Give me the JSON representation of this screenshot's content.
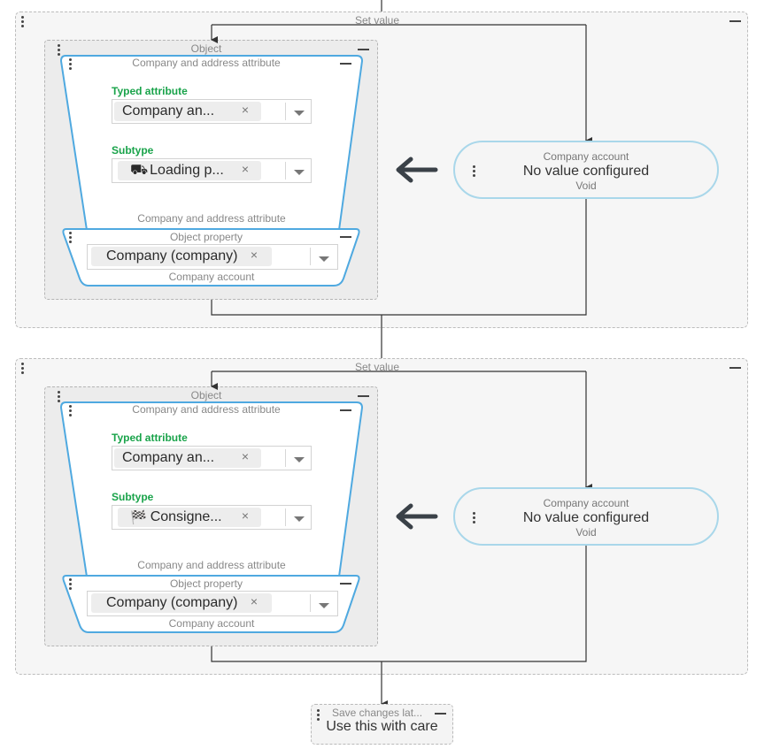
{
  "blocks": [
    {
      "set_value_label": "Set value",
      "object_label": "Object",
      "attr_block": {
        "title": "Company and address attribute",
        "typed_attribute_label": "Typed attribute",
        "typed_attribute_value": "Company an...",
        "subtype_label": "Subtype",
        "subtype_icon": "truck-loading-icon",
        "subtype_glyph": "⛟",
        "subtype_value": "Loading p...",
        "footer_label": "Company and address attribute"
      },
      "property_block": {
        "title": "Object property",
        "value": "Company (company)",
        "footer_label": "Company account"
      },
      "value_node": {
        "title": "Company account",
        "value": "No value configured",
        "type": "Void"
      }
    },
    {
      "set_value_label": "Set value",
      "object_label": "Object",
      "attr_block": {
        "title": "Company and address attribute",
        "typed_attribute_label": "Typed attribute",
        "typed_attribute_value": "Company an...",
        "subtype_label": "Subtype",
        "subtype_icon": "checkered-flag-icon",
        "subtype_glyph": "🏁",
        "subtype_value": "Consigne...",
        "footer_label": "Company and address attribute"
      },
      "property_block": {
        "title": "Object property",
        "value": "Company (company)",
        "footer_label": "Company account"
      },
      "value_node": {
        "title": "Company account",
        "value": "No value configured",
        "type": "Void"
      }
    }
  ],
  "save_node": {
    "title": "Save changes lat...",
    "value": "Use this with care"
  },
  "colors": {
    "accent_border": "#4fa9e0",
    "pill_border": "#a9d7ea",
    "field_label_green": "#19a34a",
    "wire": "#333333"
  },
  "icons": {
    "remove": "×",
    "arrow": "left-arrow-icon"
  }
}
